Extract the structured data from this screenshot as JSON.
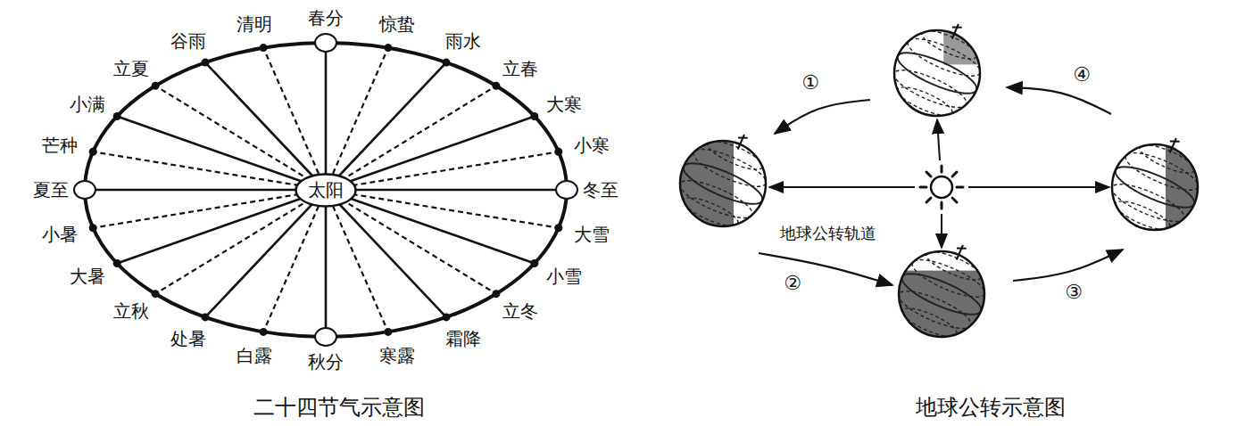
{
  "diagram": {
    "nodes": [
      {
        "text": [
          "太阳"
        ]
      }
    ],
    "labels": [
      "春分",
      "惊蛰",
      "雨水",
      "立春",
      "大寒",
      "小寒",
      "冬至",
      "大雪",
      "小雪",
      "立冬",
      "霜降",
      "寒露",
      "秋分",
      "白露",
      "处暑",
      "立秋",
      "大暑",
      "小暑",
      "夏至",
      "芒种",
      "小满",
      "立夏",
      "谷雨",
      "清明",
      "①",
      "②",
      "③",
      "④",
      "地球公转轨道",
      "二十四节气示意图",
      "地球公转示意图"
    ]
  }
}
